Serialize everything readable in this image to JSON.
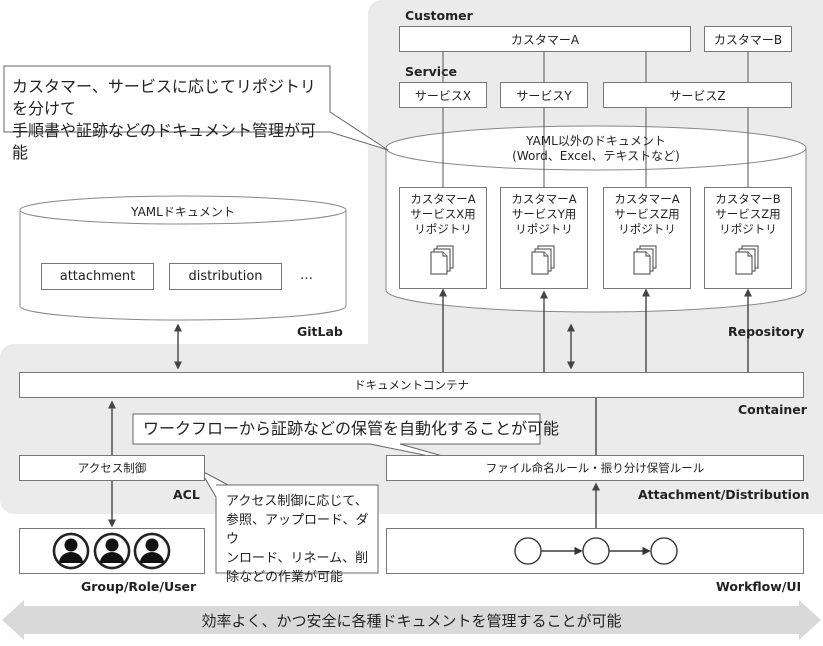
{
  "customer": {
    "section_label": "Customer",
    "a": "カスタマーA",
    "b": "カスタマーB"
  },
  "service": {
    "section_label": "Service",
    "x": "サービスX",
    "y": "サービスY",
    "z": "サービスZ"
  },
  "callout_top": {
    "line1": "カスタマー、サービスに応じてリポジトリを分けて",
    "line2": "手順書や証跡などのドキュメント管理が可能"
  },
  "repository": {
    "label": "Repository",
    "title_line1": "YAML以外のドキュメント",
    "title_line2": "(Word、Excel、テキストなど)",
    "repos": [
      {
        "line1": "カスタマーA",
        "line2": "サービスX用",
        "line3": "リポジトリ"
      },
      {
        "line1": "カスタマーA",
        "line2": "サービスY用",
        "line3": "リポジトリ"
      },
      {
        "line1": "カスタマーA",
        "line2": "サービスZ用",
        "line3": "リポジトリ"
      },
      {
        "line1": "カスタマーB",
        "line2": "サービスZ用",
        "line3": "リポジトリ"
      }
    ]
  },
  "gitlab": {
    "label": "GitLab",
    "title": "YAMLドキュメント",
    "attachment": "attachment",
    "distribution": "distribution",
    "more": "…"
  },
  "container": {
    "label": "Container",
    "title": "ドキュメントコンテナ"
  },
  "callout_mid": {
    "text": "ワークフローから証跡などの保管を自動化することが可能"
  },
  "acl": {
    "label": "ACL",
    "title": "アクセス制御"
  },
  "attachment_distribution": {
    "label": "Attachment/Distribution",
    "title": "ファイル命名ルール・振り分け保管ルール"
  },
  "callout_acl": {
    "line1": "アクセス制御に応じて、",
    "line2": "参照、アップロード、ダウ",
    "line3": "ンロード、リネーム、削",
    "line4": "除などの作業が可能"
  },
  "group": {
    "label": "Group/Role/User"
  },
  "workflow": {
    "label": "Workflow/UI"
  },
  "bottom": {
    "text": "効率よく、かつ安全に各種ドキュメントを管理することが可能"
  },
  "colors": {
    "panel": "#ebebeb",
    "border": "#777777",
    "arrow": "#444444",
    "banner": "#d9d9d9"
  }
}
